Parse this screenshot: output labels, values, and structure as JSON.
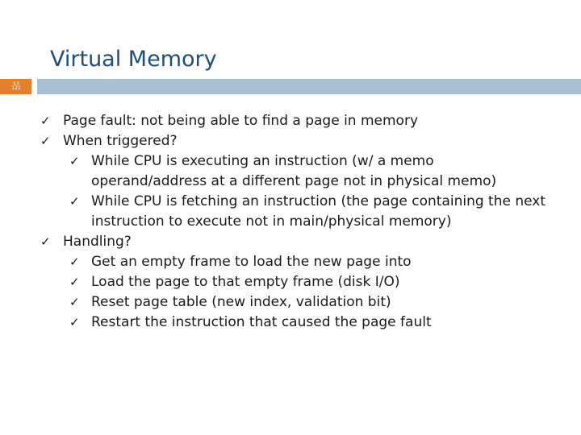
{
  "slide": {
    "title": "Virtual Memory",
    "page_number_top": "53",
    "page_number_bottom": "122"
  },
  "bullets": [
    {
      "level": 1,
      "icon": "check-mark-icon",
      "lines": [
        "Page fault: not being able to find a page in  memory"
      ]
    },
    {
      "level": 1,
      "icon": "check-mark-icon",
      "lines": [
        "When triggered?"
      ]
    },
    {
      "level": 2,
      "icon": "check-mark-icon",
      "lines": [
        "While CPU is executing an instruction (w/ a memo",
        "operand/address at a different page not in physical memo)"
      ]
    },
    {
      "level": 2,
      "icon": "check-mark-icon",
      "lines": [
        "While CPU is fetching an instruction (the page containing the next",
        "instruction to execute not in main/physical memory)"
      ]
    },
    {
      "level": 1,
      "icon": "check-mark-icon",
      "lines": [
        "Handling?"
      ]
    },
    {
      "level": 2,
      "icon": "check-mark-icon",
      "lines": [
        "Get an empty frame to load the new page into"
      ]
    },
    {
      "level": 2,
      "icon": "check-mark-icon",
      "lines": [
        "Load the page to that empty frame (disk I/O)"
      ]
    },
    {
      "level": 2,
      "icon": "check-mark-icon",
      "lines": [
        "Reset page table (new index, validation bit)"
      ]
    },
    {
      "level": 2,
      "icon": "check-mark-icon",
      "lines": [
        "Restart the instruction that caused the page fault"
      ]
    }
  ],
  "colors": {
    "title": "#1f4e79",
    "accent": "#e3802c",
    "rule": "#a9bfd3"
  }
}
